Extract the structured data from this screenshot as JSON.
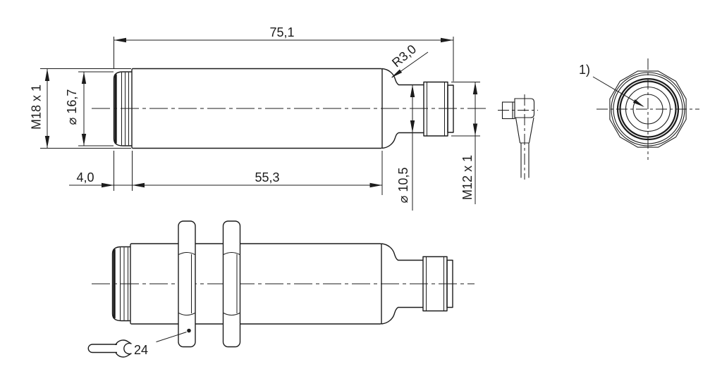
{
  "drawing": {
    "type": "technical-dimension-drawing",
    "background": "#ffffff",
    "line_color": "#1c1c1c",
    "labels": {
      "total_length": "75,1",
      "fillet_radius": "R3,0",
      "housing_thread": "M18 x 1",
      "face_diameter": "⌀ 16,7",
      "face_length": "4,0",
      "thread_length": "55,3",
      "neck_diameter": "⌀ 10,5",
      "connector_thread": "M12 x 1",
      "end_view_note": "1)",
      "wrench_size": "24"
    }
  }
}
